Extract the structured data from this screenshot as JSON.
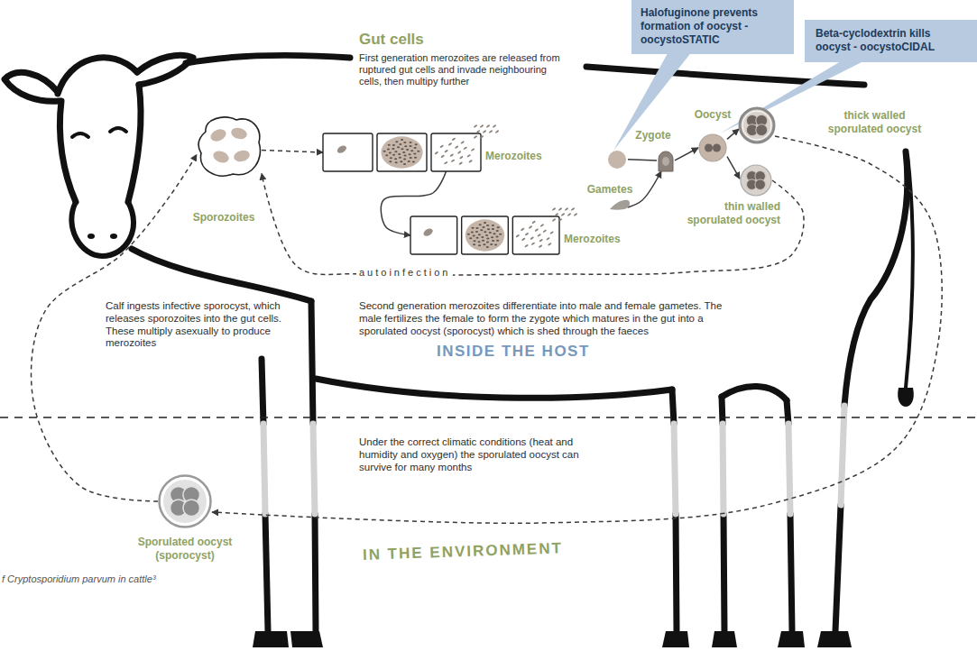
{
  "diagram": {
    "caption": "f Cryptosporidium parvum in cattle³",
    "nodes": [
      {
        "text": [
          "Halofuginone prevents formation of oocyst - oocystoSTATIC"
        ]
      },
      {
        "text": [
          "Beta-cyclodextrin kills oocyst - oocystoCIDAL"
        ]
      },
      {
        "text": [
          "Sporozoites"
        ]
      },
      {
        "text": [
          "Merozoites"
        ]
      },
      {
        "text": [
          "Merozoites"
        ]
      },
      {
        "text": [
          "Gametes"
        ]
      },
      {
        "text": [
          "Zygote"
        ]
      },
      {
        "text": [
          "Oocyst"
        ]
      },
      {
        "text": [
          "thick walled sporulated oocyst"
        ]
      },
      {
        "text": [
          "thin walled sporulated oocyst"
        ]
      },
      {
        "text": [
          "Sporulated oocyst (sporocyst)"
        ]
      }
    ],
    "edges": [
      {
        "from": 0,
        "to": 5,
        "arrow": "none"
      },
      {
        "from": 1,
        "to": 7,
        "arrow": "none"
      },
      {
        "from": 2,
        "to": 3,
        "arrow": "to"
      },
      {
        "from": 3,
        "to": 4,
        "arrow": "to"
      },
      {
        "from": 5,
        "to": 6,
        "arrow": "to"
      },
      {
        "from": 6,
        "to": 7,
        "arrow": "to"
      },
      {
        "from": 7,
        "to": 8,
        "arrow": "to"
      },
      {
        "from": 7,
        "to": 9,
        "arrow": "to"
      },
      {
        "from": 9,
        "to": 2,
        "arrow": "to",
        "label": "autoinfection"
      },
      {
        "from": 8,
        "to": 10,
        "arrow": "to"
      },
      {
        "from": 10,
        "to": 2,
        "arrow": "to"
      }
    ],
    "labels": [
      "Gut cells",
      "First generation merozoites are released from ruptured gut cells and invade neighbouring cells, then multipy further",
      "Calf ingests infective sporocyst, which releases sporozoites into the gut cells. These multiply asexually to produce merozoites",
      "Second generation merozoites differentiate into male and female gametes. The male fertilizes the female to form the zygote which matures in the gut into a sporulated oocyst (sporocyst) which is shed through the faeces",
      "INSIDE THE HOST",
      "Under the correct climatic conditions (heat and humidity and oxygen) the sporulated oocyst can survive for many months",
      "IN THE ENVIRONMENT"
    ]
  }
}
